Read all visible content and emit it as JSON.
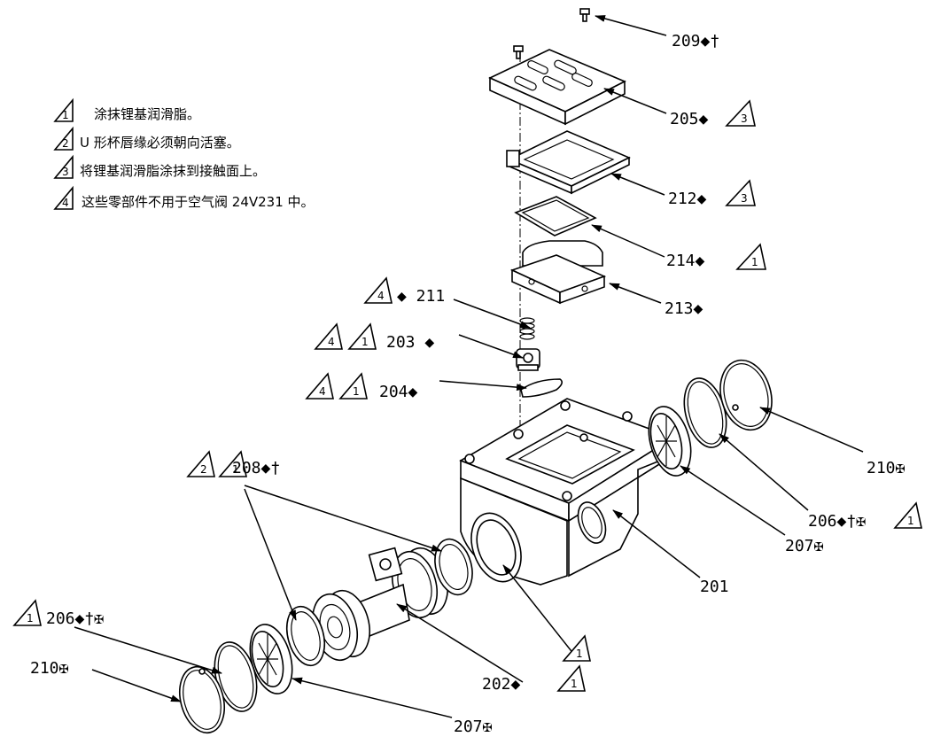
{
  "notes": [
    {
      "num": "1",
      "text": "涂抹锂基润滑脂。"
    },
    {
      "num": "2",
      "text": "U 形杯唇缘必须朝向活塞。"
    },
    {
      "num": "3",
      "text": "将锂基润滑脂涂抹到接触面上。"
    },
    {
      "num": "4",
      "text": " 这些零部件不用于空气阀 24V231 中。"
    }
  ],
  "callouts": {
    "c209": "209◆†",
    "c205": "205◆",
    "c212": "212◆",
    "c214": "214◆",
    "c213": "213◆",
    "c211": "◆ 211",
    "c203": "203 ◆",
    "c204": "204◆",
    "c208": "208◆†",
    "c210r": "210✠",
    "c206r": "206◆†✠",
    "c207r": "207✠",
    "c201": "201",
    "c206l": "206◆†✠",
    "c210l": "210✠",
    "c202": "202◆",
    "c207b": "207✠"
  },
  "triangle_refs": {
    "t205": "3",
    "t212": "3",
    "t214": "1",
    "t211a": "4",
    "t203a": "4",
    "t203b": "1",
    "t204a": "4",
    "t204b": "1",
    "t208a": "2",
    "t208b": "1",
    "t206r": "1",
    "t206l": "1",
    "t202": "1",
    "tbody": "1"
  }
}
